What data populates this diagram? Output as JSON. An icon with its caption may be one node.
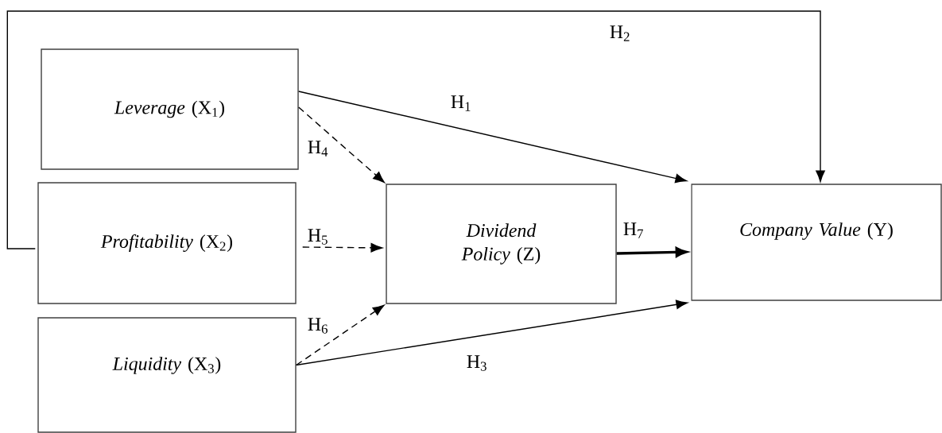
{
  "diagram": {
    "nodes": [
      {
        "text": [
          "*Leverage* (X$_{1}$)"
        ]
      },
      {
        "text": [
          "*Profitability* (X$_{2}$)"
        ]
      },
      {
        "text": [
          "*Liquidity* (X$_{3}$)"
        ]
      },
      {
        "text": [
          "*Dividend Policy* (Z)"
        ]
      },
      {
        "text": [
          "*Company Value* (Y)"
        ]
      }
    ],
    "edges": [
      {
        "from": 0,
        "to": 4,
        "arrow": "to",
        "label": "H$_{1}$"
      },
      {
        "from": 1,
        "to": 4,
        "arrow": "to",
        "label": "H$_{2}$"
      },
      {
        "from": 2,
        "to": 4,
        "arrow": "to",
        "label": "H$_{3}$"
      },
      {
        "from": 0,
        "to": 3,
        "arrow": "to",
        "label": "H$_{4}$",
        "style": "dashed"
      },
      {
        "from": 1,
        "to": 3,
        "arrow": "to",
        "label": "H$_{5}$",
        "style": "dashed"
      },
      {
        "from": 2,
        "to": 3,
        "arrow": "to",
        "label": "H$_{6}$",
        "style": "dashed"
      },
      {
        "from": 3,
        "to": 4,
        "arrow": "to",
        "label": "H$_{7}$",
        "style": "thick"
      }
    ]
  }
}
